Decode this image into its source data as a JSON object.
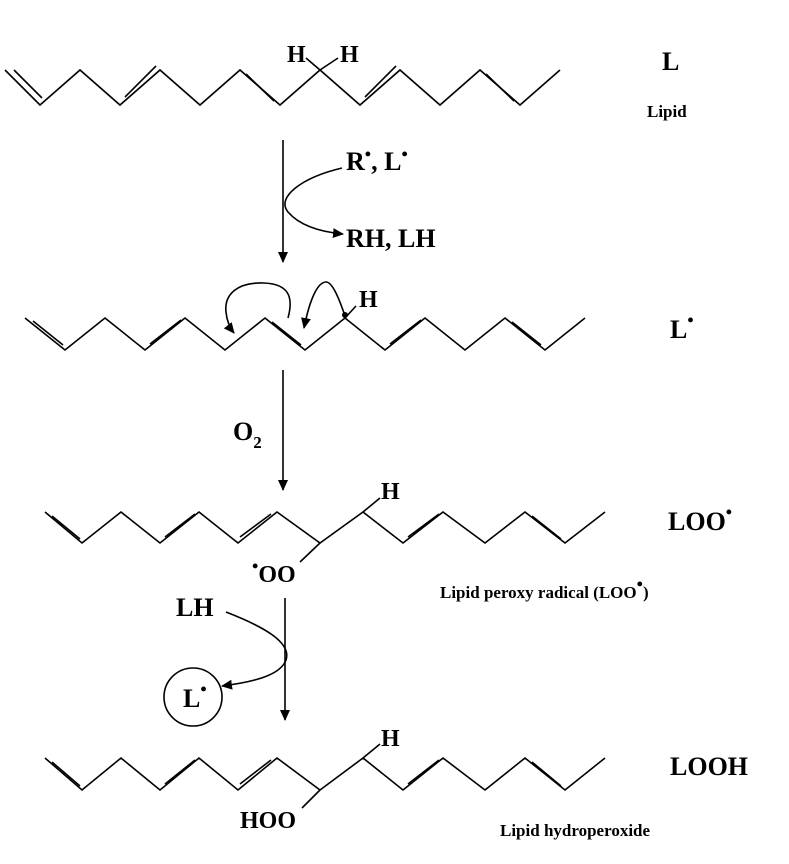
{
  "diagram": {
    "stage1": {
      "symbol": "L",
      "caption": "Lipid",
      "h_left": "H",
      "h_right": "H"
    },
    "step1": {
      "reactants": "R",
      "reactants_sep": ", L",
      "products": "RH, LH",
      "dot": "•"
    },
    "stage2": {
      "symbol": "L",
      "h_label": "H",
      "dot": "•"
    },
    "step2": {
      "reagent_main": "O",
      "reagent_sub": "2"
    },
    "stage3": {
      "symbol": "LOO",
      "h_label": "H",
      "peroxy_label": "OO",
      "caption_main": "Lipid peroxy radical (LOO",
      "caption_close": ")",
      "dot": "•"
    },
    "step3": {
      "donor": "LH",
      "product_symbol": "L",
      "dot": "•"
    },
    "stage4": {
      "symbol": "LOOH",
      "h_label": "H",
      "hydroperoxy_label": "HOO",
      "caption": "Lipid hydroperoxide"
    }
  }
}
